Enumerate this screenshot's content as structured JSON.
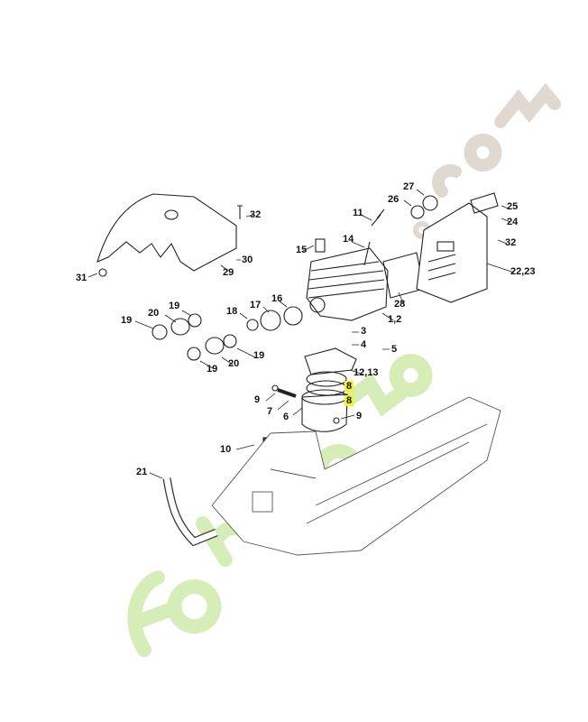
{
  "watermark": "forotiemon.com",
  "highlight_color": "#f7f023",
  "callouts": [
    {
      "id": "32a",
      "text": "32"
    },
    {
      "id": "31",
      "text": "31"
    },
    {
      "id": "29",
      "text": "29"
    },
    {
      "id": "30",
      "text": "30"
    },
    {
      "id": "11",
      "text": "11"
    },
    {
      "id": "15",
      "text": "15"
    },
    {
      "id": "14",
      "text": "14"
    },
    {
      "id": "26",
      "text": "26"
    },
    {
      "id": "27",
      "text": "27"
    },
    {
      "id": "25",
      "text": "25"
    },
    {
      "id": "24",
      "text": "24"
    },
    {
      "id": "32b",
      "text": "32"
    },
    {
      "id": "2223",
      "text": "22,23"
    },
    {
      "id": "28",
      "text": "28"
    },
    {
      "id": "12",
      "text": "1,2"
    },
    {
      "id": "16",
      "text": "16"
    },
    {
      "id": "17",
      "text": "17"
    },
    {
      "id": "18",
      "text": "18"
    },
    {
      "id": "20a",
      "text": "20"
    },
    {
      "id": "19a",
      "text": "19"
    },
    {
      "id": "19b",
      "text": "19"
    },
    {
      "id": "3",
      "text": "3"
    },
    {
      "id": "4",
      "text": "4"
    },
    {
      "id": "5",
      "text": "5"
    },
    {
      "id": "20b",
      "text": "20"
    },
    {
      "id": "19c",
      "text": "19"
    },
    {
      "id": "19d",
      "text": "19"
    },
    {
      "id": "1213",
      "text": "12,13"
    },
    {
      "id": "8a",
      "text": "8"
    },
    {
      "id": "8b",
      "text": "8"
    },
    {
      "id": "9a",
      "text": "9"
    },
    {
      "id": "7",
      "text": "7"
    },
    {
      "id": "6",
      "text": "6"
    },
    {
      "id": "9b",
      "text": "9"
    },
    {
      "id": "10",
      "text": "10"
    },
    {
      "id": "21",
      "text": "21"
    }
  ]
}
